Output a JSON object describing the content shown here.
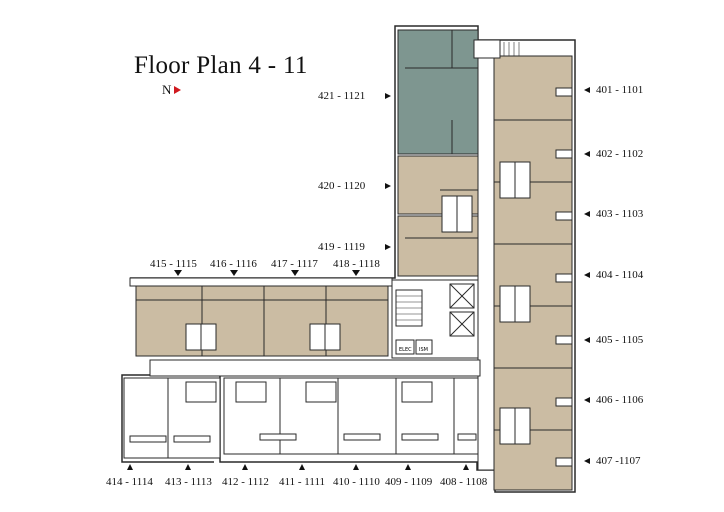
{
  "title": "Floor Plan 4 - 11",
  "north_label": "N",
  "colors": {
    "unit": "#cbbca3",
    "highlight": "#7e9690",
    "wall": "#2a2a2a",
    "arrow": "#d0191f"
  },
  "units": {
    "u421": "421 - 1121",
    "u420": "420 - 1120",
    "u419": "419 - 1119",
    "u415": "415 - 1115",
    "u416": "416 - 1116",
    "u417": "417 - 1117",
    "u418": "418 - 1118",
    "u401": "401 - 1101",
    "u402": "402 - 1102",
    "u403": "403 - 1103",
    "u404": "404 - 1104",
    "u405": "405 - 1105",
    "u406": "406 - 1106",
    "u407": "407 -1107",
    "u414": "414 - 1114",
    "u413": "413 - 1113",
    "u412": "412 - 1112",
    "u411": "411 - 1111",
    "u410": "410 - 1110",
    "u409": "409 - 1109",
    "u408": "408 - 1108"
  },
  "room_tags": {
    "elec": "ELEC",
    "ism": "ISM"
  }
}
